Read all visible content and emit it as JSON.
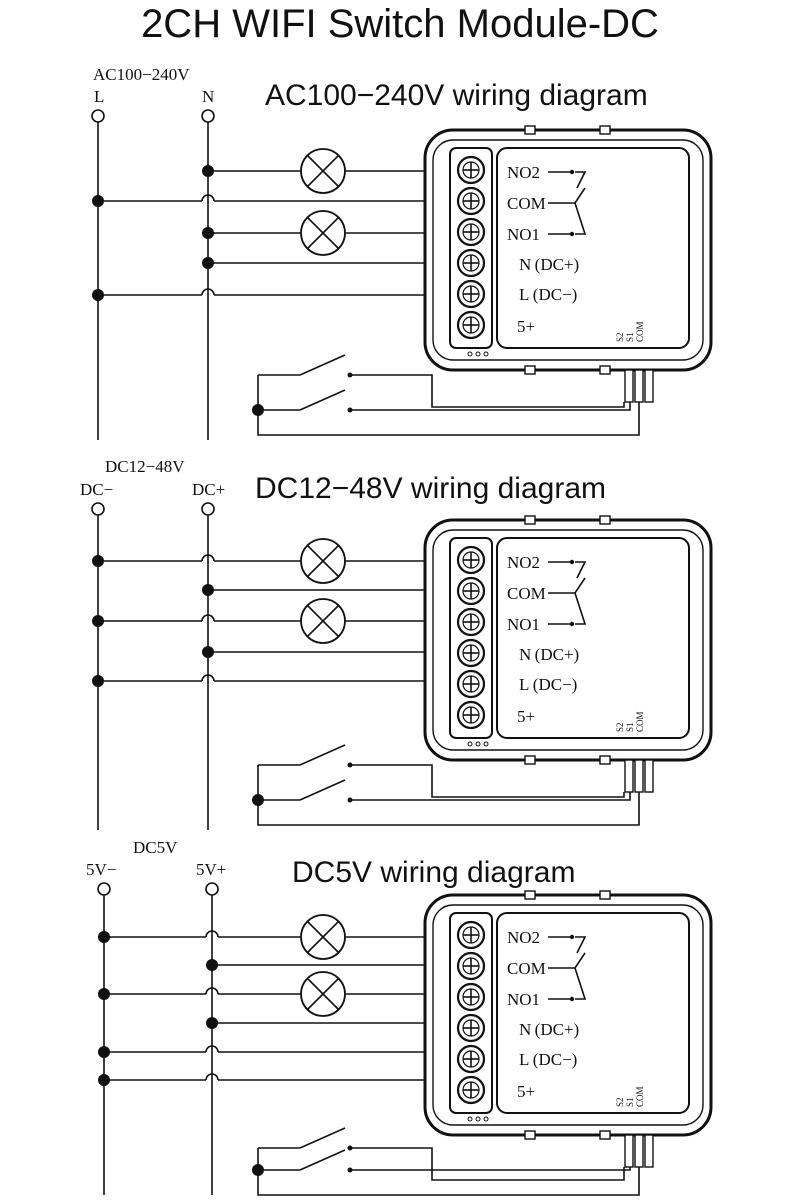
{
  "page_title": "2CH WIFI Switch Module-DC",
  "module_labels": {
    "no2": "NO2",
    "com": "COM",
    "no1": "NO1",
    "n": "N (DC+)",
    "l": "L (DC−)",
    "five_plus": "5+",
    "s2": "S2",
    "s1": "S1",
    "com_small": "COM"
  },
  "sections": [
    {
      "heading": "AC100−240V wiring diagram",
      "supply": "AC100−240V",
      "left_terminal": "L",
      "right_terminal": "N"
    },
    {
      "heading": "DC12−48V wiring diagram",
      "supply": "DC12−48V",
      "left_terminal": "DC−",
      "right_terminal": "DC+"
    },
    {
      "heading": "DC5V wiring diagram",
      "supply": "DC5V",
      "left_terminal": "5V−",
      "right_terminal": "5V+"
    }
  ]
}
